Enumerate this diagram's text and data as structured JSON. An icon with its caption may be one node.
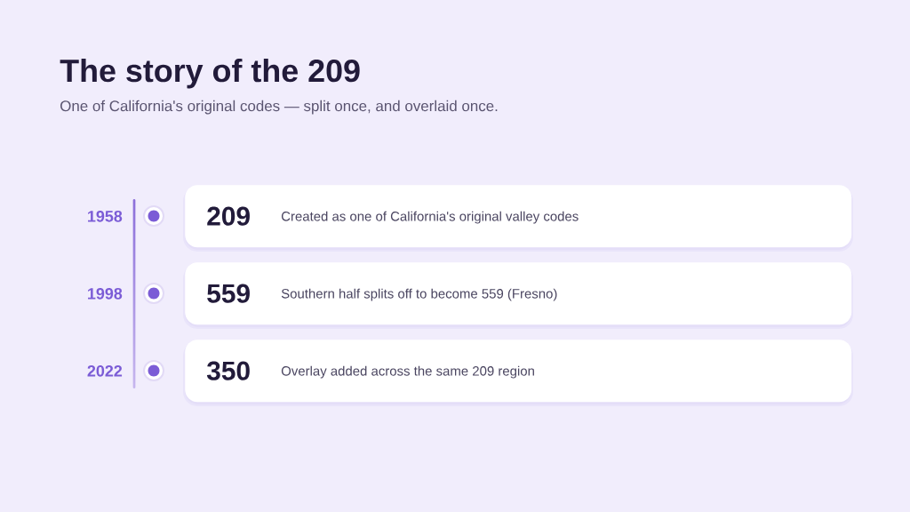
{
  "diagram": {
    "title": "The story of the 209",
    "nodes": [
      {
        "text": [
          "209",
          "Created as one of California's original valley codes"
        ],
        "beside": [
          "1958"
        ]
      },
      {
        "text": [
          "559",
          "Southern half splits off to become 559 (Fresno)"
        ],
        "beside": [
          "1998"
        ]
      },
      {
        "text": [
          "350",
          "Overlay added across the same 209 region"
        ],
        "beside": [
          "2022"
        ]
      }
    ],
    "labels": [
      "One of California's original codes — split once, and overlaid once."
    ]
  }
}
